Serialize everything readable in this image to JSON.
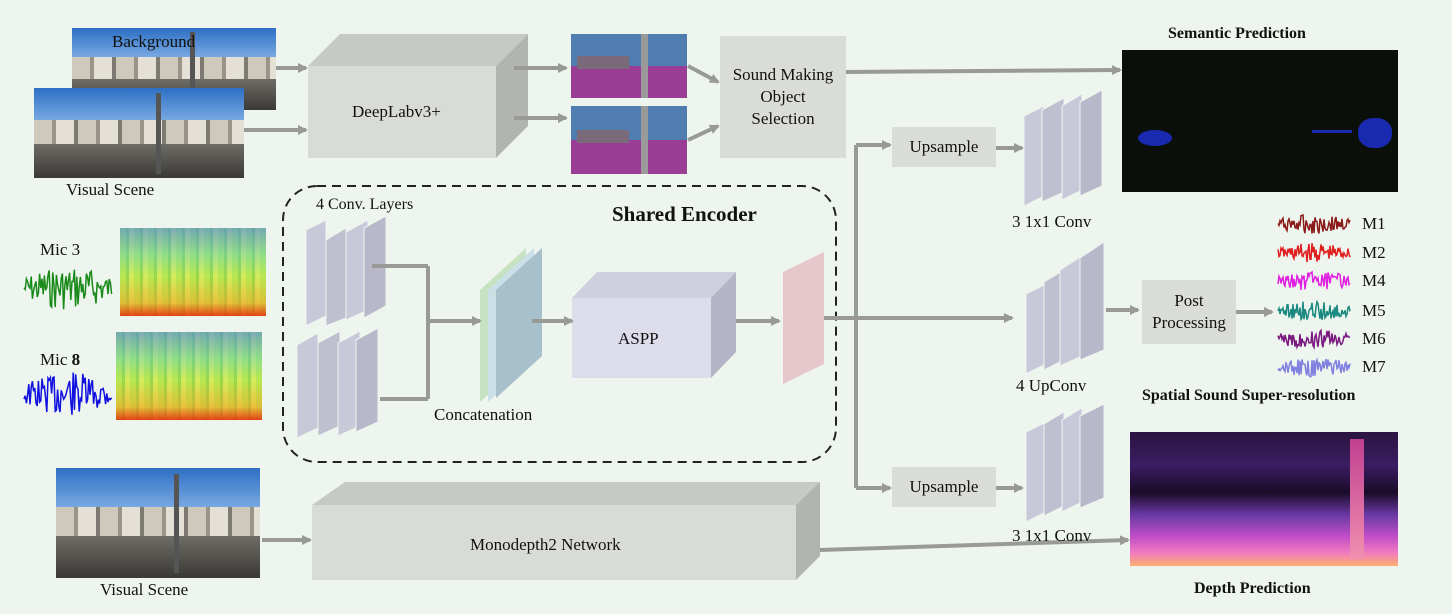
{
  "labels": {
    "background": "Background",
    "visual_scene_top": "Visual Scene",
    "visual_scene_bottom": "Visual Scene",
    "deeplab": "DeepLabv3+",
    "sound_making": "Sound Making\nObject\nSelection",
    "semantic_prediction": "Semantic Prediction",
    "upsample_top": "Upsample",
    "upsample_bottom": "Upsample",
    "conv_top": "3 1x1 Conv",
    "conv_bottom": "3 1x1 Conv",
    "upconv": "4 UpConv",
    "four_conv_layers": "4 Conv. Layers",
    "shared_encoder": "Shared Encoder",
    "concatenation": "Concatenation",
    "aspp": "ASPP",
    "mic3": "Mic 3",
    "mic8_prefix": "Mic ",
    "mic8_num": "8",
    "post_processing": "Post\nProcessing",
    "spatial_sound": "Spatial Sound Super-resolution",
    "monodepth": "Monodepth2 Network",
    "depth_prediction": "Depth Prediction"
  },
  "outputs": [
    {
      "label": "M1",
      "color": "#8b1a1a"
    },
    {
      "label": "M2",
      "color": "#e02020"
    },
    {
      "label": "M4",
      "color": "#e020e0"
    },
    {
      "label": "M5",
      "color": "#1a8a80"
    },
    {
      "label": "M6",
      "color": "#7a1a80"
    },
    {
      "label": "M7",
      "color": "#8080e0"
    }
  ],
  "colors": {
    "mic3_wave": "#1a8a1a",
    "mic8_wave": "#1010e0",
    "arrow": "#999a96",
    "box_face": "#dadcd7",
    "aspp_face": "#d6d6e6",
    "conv_face": "#c8c8d8"
  }
}
